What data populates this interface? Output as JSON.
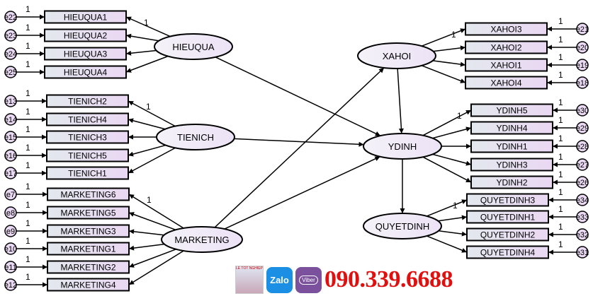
{
  "colors": {
    "box_start": "#e3e8ee",
    "box_end": "#ead8f3",
    "latent": "#ece2f6",
    "error": "#e9d9f2",
    "line": "#000000",
    "phone": "#e01010"
  },
  "latents": {
    "hieuqua": "HIEUQUA",
    "tienich": "TIENICH",
    "marketing": "MARKETING",
    "xahoi": "XAHOI",
    "ydinh": "YDINH",
    "quyetdinh": "QUYETDINH"
  },
  "groups": [
    {
      "latent": "hieuqua",
      "indicators": [
        {
          "name": "HIEUQUA1",
          "error": "e22"
        },
        {
          "name": "HIEUQUA2",
          "error": "e23"
        },
        {
          "name": "HIEUQUA3",
          "error": "e24"
        },
        {
          "name": "HIEUQUA4",
          "error": "e25"
        }
      ]
    },
    {
      "latent": "tienich",
      "indicators": [
        {
          "name": "TIENICH2",
          "error": "e13"
        },
        {
          "name": "TIENICH4",
          "error": "e14"
        },
        {
          "name": "TIENICH3",
          "error": "e15"
        },
        {
          "name": "TIENICH5",
          "error": "e16"
        },
        {
          "name": "TIENICH1",
          "error": "e17"
        }
      ]
    },
    {
      "latent": "marketing",
      "indicators": [
        {
          "name": "MARKETING6",
          "error": "e7"
        },
        {
          "name": "MARKETING5",
          "error": "e8"
        },
        {
          "name": "MARKETING3",
          "error": "e9"
        },
        {
          "name": "MARKETING1",
          "error": "e10"
        },
        {
          "name": "MARKETING2",
          "error": "e11"
        },
        {
          "name": "MARKETING4",
          "error": "e12"
        }
      ]
    },
    {
      "latent": "xahoi",
      "indicators": [
        {
          "name": "XAHOI3",
          "error": "e21"
        },
        {
          "name": "XAHOI2",
          "error": "e20"
        },
        {
          "name": "XAHOI1",
          "error": "e19"
        },
        {
          "name": "XAHOI4",
          "error": "e18"
        }
      ]
    },
    {
      "latent": "ydinh",
      "indicators": [
        {
          "name": "YDINH5",
          "error": "e30"
        },
        {
          "name": "YDINH4",
          "error": "e29"
        },
        {
          "name": "YDINH1",
          "error": "e28"
        },
        {
          "name": "YDINH3",
          "error": "e27"
        },
        {
          "name": "YDINH2",
          "error": "e26"
        }
      ]
    },
    {
      "latent": "quyetdinh",
      "indicators": [
        {
          "name": "QUYETDINH3",
          "error": "e34"
        },
        {
          "name": "QUYETDINH1",
          "error": "e33"
        },
        {
          "name": "QUYETDINH2",
          "error": "e32"
        },
        {
          "name": "QUYETDINH4",
          "error": "e31"
        }
      ]
    }
  ],
  "paths": [
    [
      "hieuqua",
      "ydinh"
    ],
    [
      "tienich",
      "ydinh"
    ],
    [
      "marketing",
      "ydinh"
    ],
    [
      "marketing",
      "xahoi"
    ],
    [
      "xahoi",
      "ydinh"
    ],
    [
      "ydinh",
      "quyetdinh"
    ]
  ],
  "fixed_weight": "1",
  "banner": {
    "zalo": "Zalo",
    "viber": "Viber",
    "phone": "090.339.6688",
    "thumb_text": "LỄ TỐT NGHIỆP"
  }
}
